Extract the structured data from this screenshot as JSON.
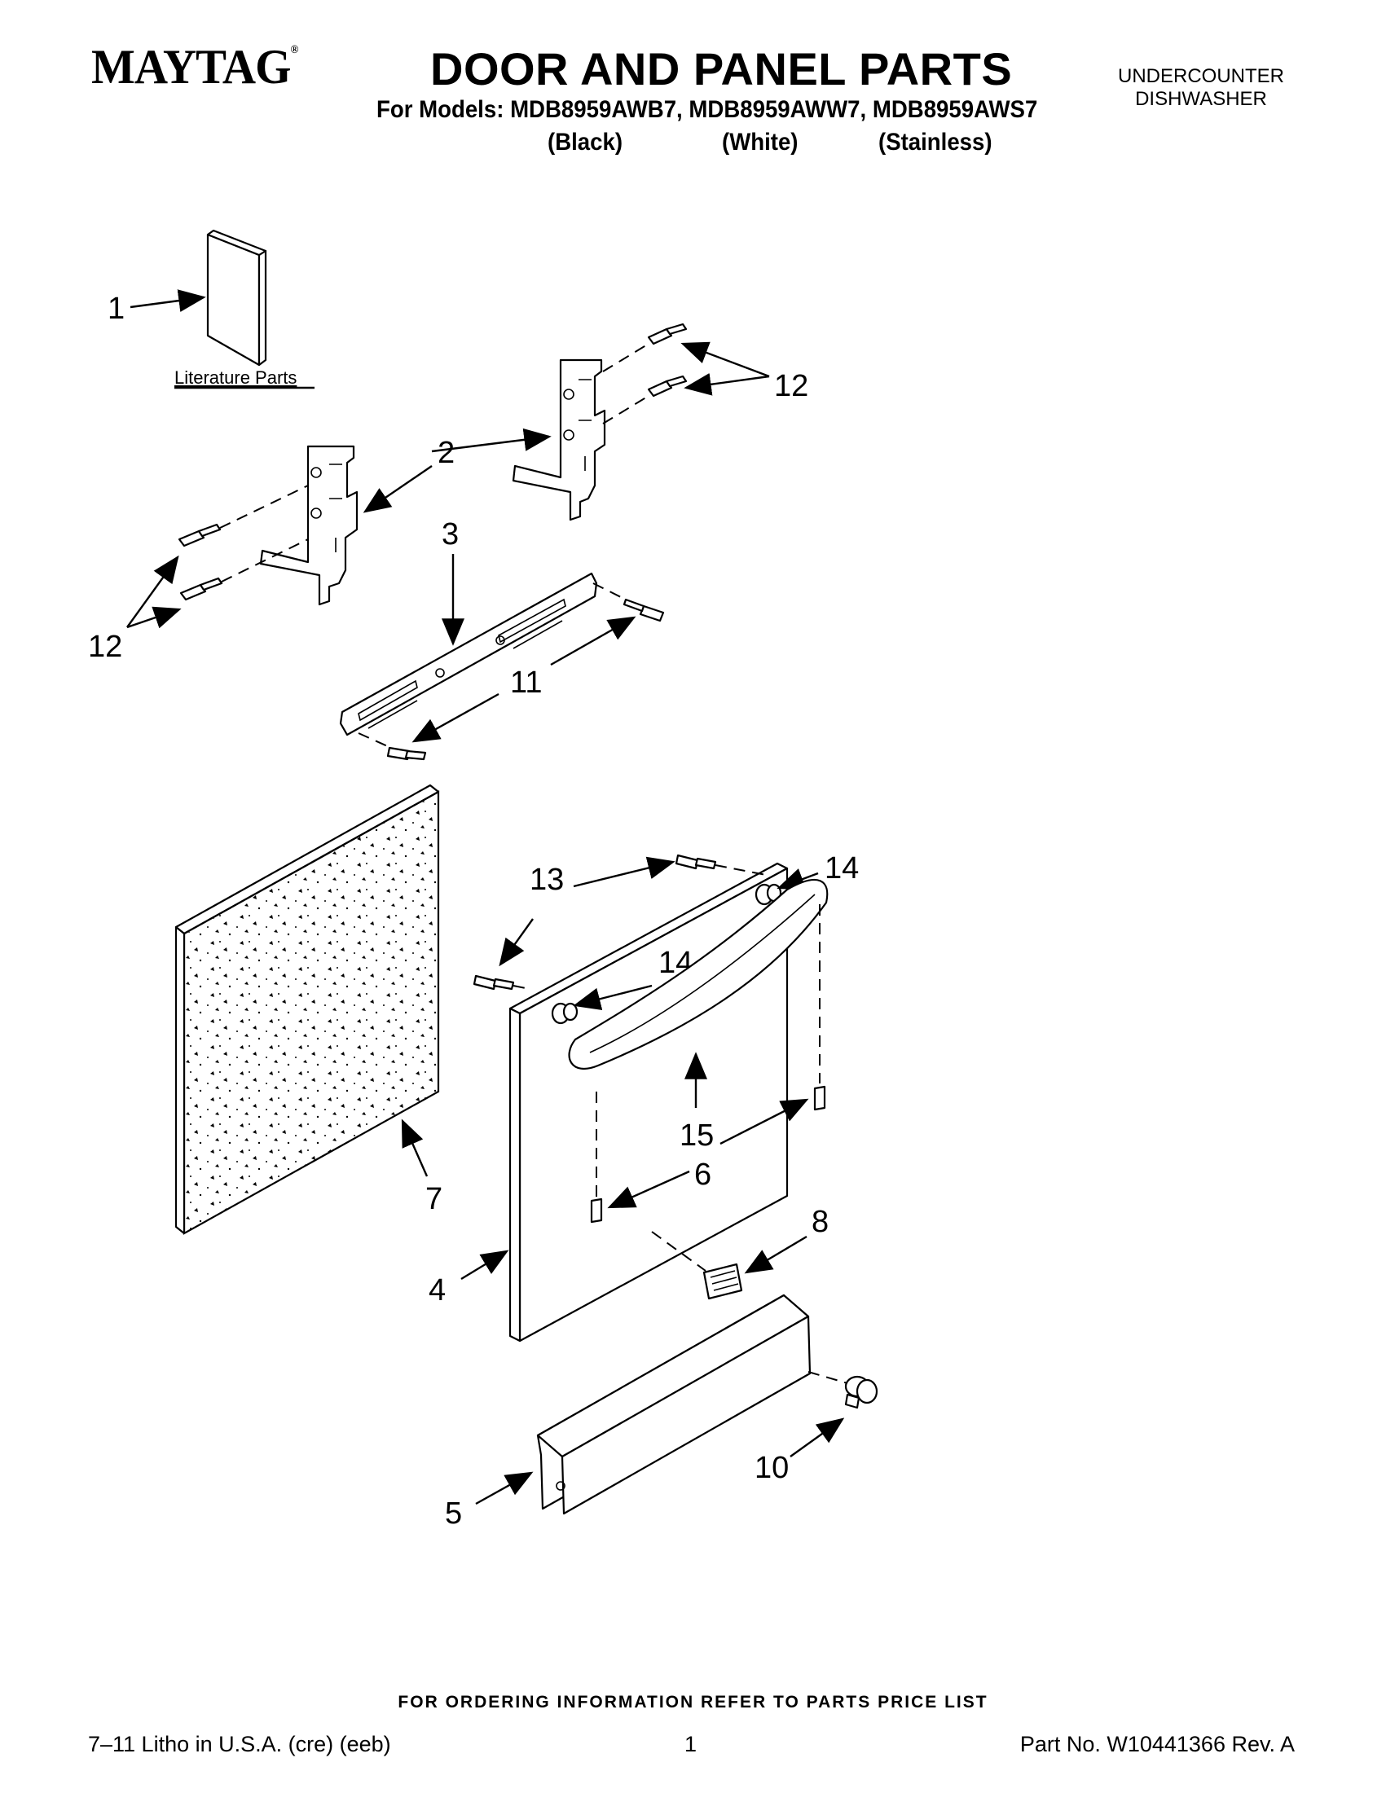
{
  "header": {
    "brand": "MAYTAG",
    "brand_mark": "®",
    "title": "DOOR AND PANEL PARTS",
    "models_line": "For Models: MDB8959AWB7, MDB8959AWW7, MDB8959AWS7",
    "variants": [
      "(Black)",
      "(White)",
      "(Stainless)"
    ],
    "category_line1": "UNDERCOUNTER",
    "category_line2": "DISHWASHER"
  },
  "diagram": {
    "literature_label": "Literature Parts",
    "callouts": {
      "c1": "1",
      "c2": "2",
      "c3": "3",
      "c4": "4",
      "c5": "5",
      "c6": "6",
      "c7": "7",
      "c8": "8",
      "c10": "10",
      "c11": "11",
      "c12a": "12",
      "c12b": "12",
      "c13": "13",
      "c14a": "14",
      "c14b": "14",
      "c15": "15"
    }
  },
  "footer": {
    "note": "FOR ORDERING INFORMATION REFER TO PARTS PRICE LIST",
    "litho": "7–11 Litho in U.S.A. (cre) (eeb)",
    "page": "1",
    "part_no": "Part No. W10441366 Rev. A"
  }
}
